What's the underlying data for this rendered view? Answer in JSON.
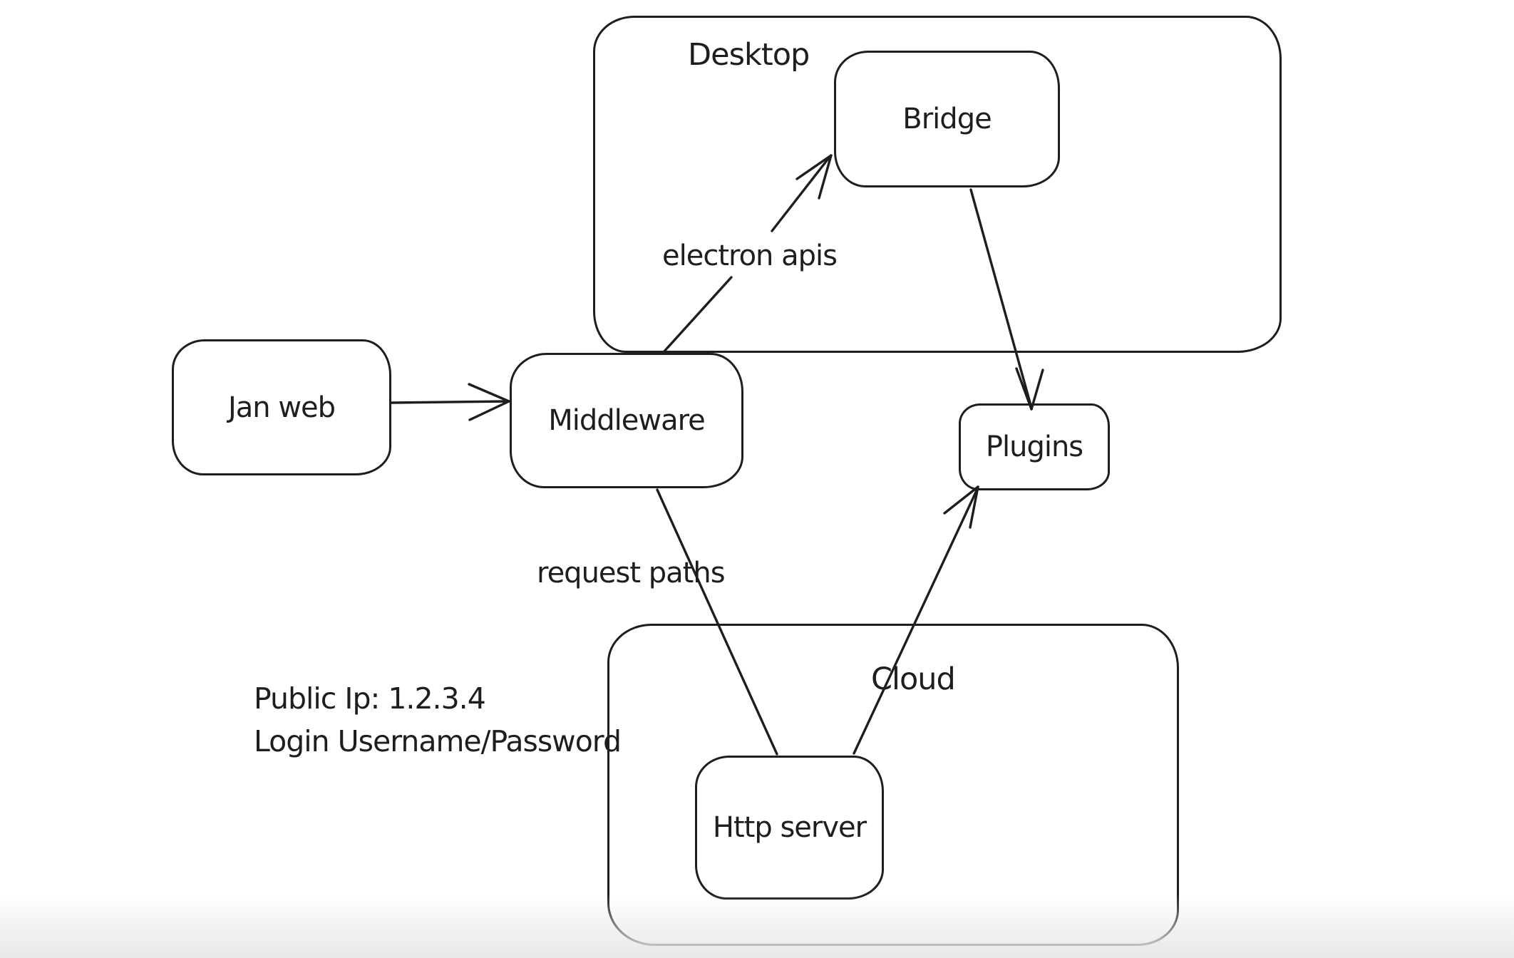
{
  "diagram": {
    "tool": "hand-drawn-whiteboard",
    "containers": [
      {
        "id": "desktop",
        "label": "Desktop"
      },
      {
        "id": "cloud",
        "label": "Cloud"
      }
    ],
    "nodes": [
      {
        "id": "jan-web",
        "label": "Jan web"
      },
      {
        "id": "middleware",
        "label": "Middleware"
      },
      {
        "id": "bridge",
        "label": "Bridge"
      },
      {
        "id": "plugins",
        "label": "Plugins"
      },
      {
        "id": "http-server",
        "label": "Http server"
      }
    ],
    "edges": [
      {
        "from": "Jan web",
        "to": "Middleware",
        "label": "",
        "arrowhead": "end"
      },
      {
        "from": "Middleware",
        "to": "Bridge",
        "label": "electron apis",
        "arrowhead": "end"
      },
      {
        "from": "Bridge",
        "to": "Plugins",
        "label": "",
        "arrowhead": "end"
      },
      {
        "from": "Middleware",
        "to": "Http server",
        "label": "request paths",
        "arrowhead": "none"
      },
      {
        "from": "Http server",
        "to": "Plugins",
        "label": "",
        "arrowhead": "end"
      }
    ],
    "annotation_lines": [
      "Public Ip: 1.2.3.4",
      "Login Username/Password"
    ],
    "colors": {
      "stroke": "#1e1e1e",
      "background": "#ffffff",
      "bottom_edge_fade": "#e7e7e7"
    }
  }
}
